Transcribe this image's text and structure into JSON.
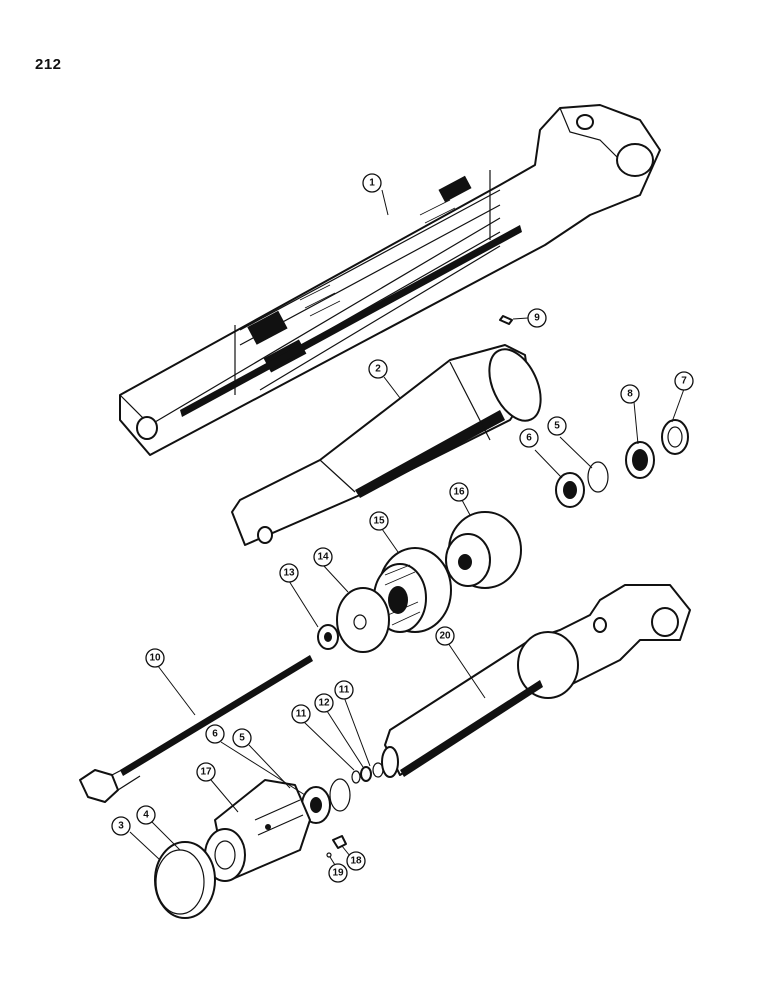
{
  "page": {
    "number": "212"
  },
  "callouts": [
    {
      "id": "c1",
      "label": "1"
    },
    {
      "id": "c2",
      "label": "2"
    },
    {
      "id": "c3",
      "label": "3"
    },
    {
      "id": "c4",
      "label": "4"
    },
    {
      "id": "c5a",
      "label": "5"
    },
    {
      "id": "c5b",
      "label": "5"
    },
    {
      "id": "c6a",
      "label": "6"
    },
    {
      "id": "c6b",
      "label": "6"
    },
    {
      "id": "c7",
      "label": "7"
    },
    {
      "id": "c8",
      "label": "8"
    },
    {
      "id": "c9",
      "label": "9"
    },
    {
      "id": "c10",
      "label": "10"
    },
    {
      "id": "c11a",
      "label": "11"
    },
    {
      "id": "c11b",
      "label": "11"
    },
    {
      "id": "c12",
      "label": "12"
    },
    {
      "id": "c13",
      "label": "13"
    },
    {
      "id": "c14",
      "label": "14"
    },
    {
      "id": "c15",
      "label": "15"
    },
    {
      "id": "c16",
      "label": "16"
    },
    {
      "id": "c17",
      "label": "17"
    },
    {
      "id": "c18",
      "label": "18"
    },
    {
      "id": "c19",
      "label": "19"
    },
    {
      "id": "c20",
      "label": "20"
    }
  ]
}
